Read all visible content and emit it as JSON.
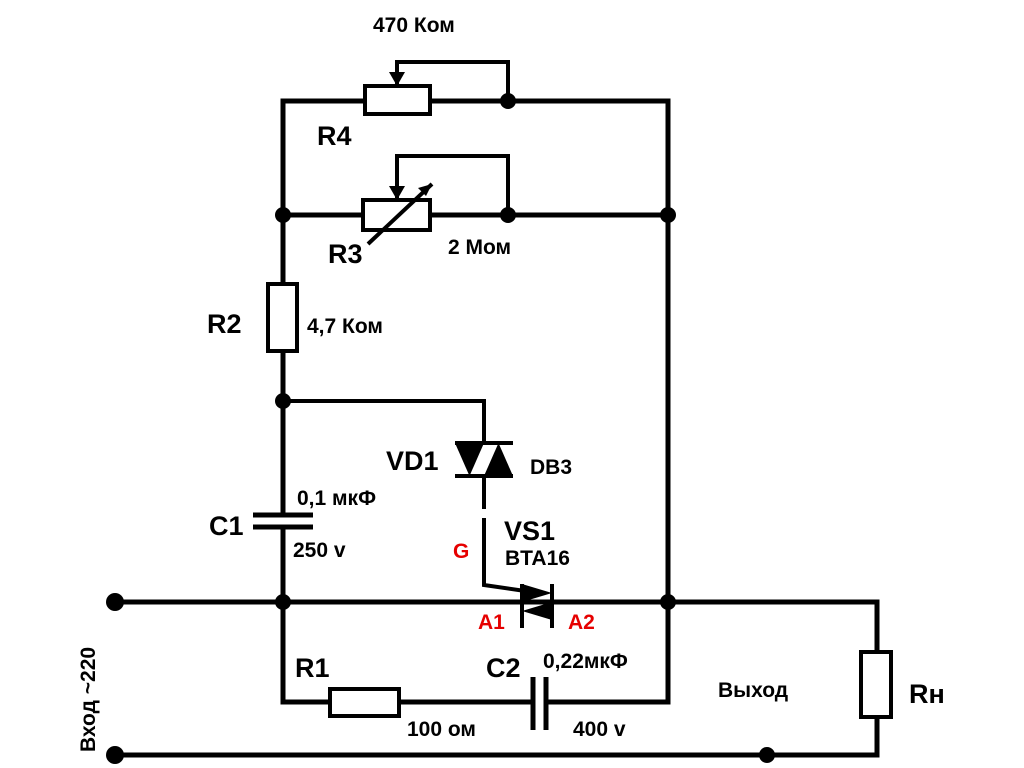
{
  "labels": {
    "r4_value": "470 Ком",
    "r4_name": "R4",
    "r3_name": "R3",
    "r3_value": "2 Мом",
    "r2_name": "R2",
    "r2_value": "4,7 Ком",
    "vd1_name": "VD1",
    "vd1_type": "DB3",
    "c1_name": "C1",
    "c1_value": "0,1 мкФ",
    "c1_voltage": "250 v",
    "vs1_name": "VS1",
    "vs1_type": "BTA16",
    "gate": "G",
    "a1": "A1",
    "a2": "A2",
    "r1_name": "R1",
    "r1_value": "100 ом",
    "c2_name": "C2",
    "c2_value": "0,22мкФ",
    "c2_voltage": "400 v",
    "input": "Вход ~220",
    "output": "Выход",
    "load": "Rн"
  },
  "colors": {
    "wire": "#000000",
    "pin_label": "#e60000"
  }
}
